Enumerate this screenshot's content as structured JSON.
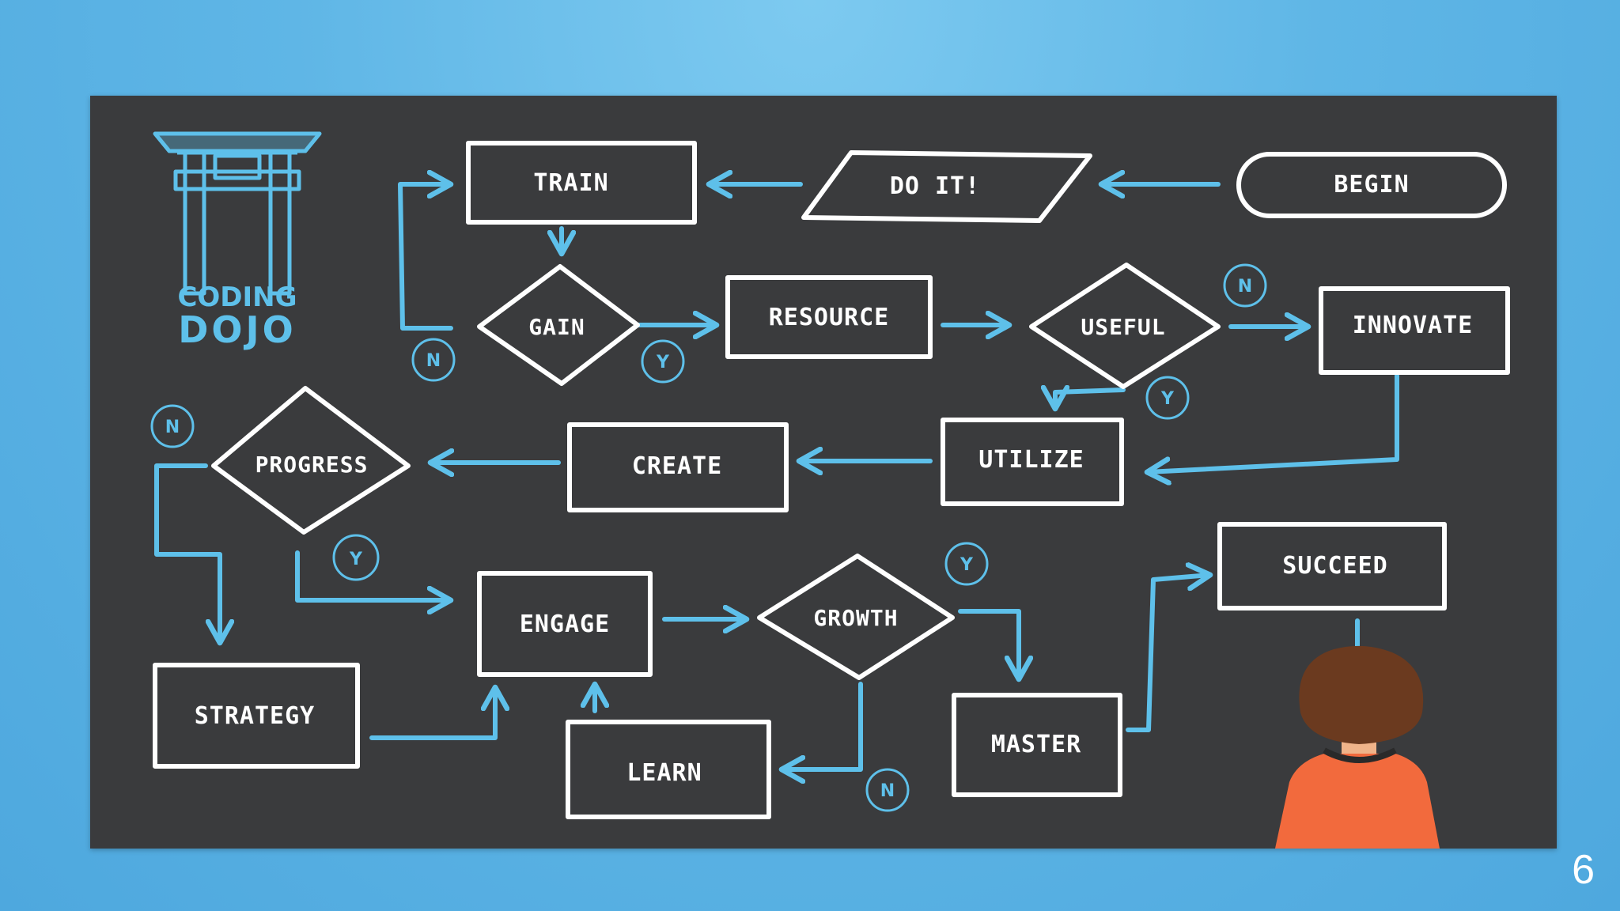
{
  "logo": {
    "line1": "CODING",
    "line2": "DOJO"
  },
  "nodes": {
    "begin": "BEGIN",
    "do_it": "DO IT!",
    "train": "TRAIN",
    "gain": "GAIN",
    "resource": "RESOURCE",
    "useful": "USEFUL",
    "innovate": "INNOVATE",
    "utilize": "UTILIZE",
    "create": "CREATE",
    "progress": "PROGRESS",
    "strategy": "STRATEGY",
    "engage": "ENGAGE",
    "learn": "LEARN",
    "growth": "GROWTH",
    "master": "MASTER",
    "succeed": "SUCCEED"
  },
  "decision_labels": {
    "gain_no": "N",
    "gain_yes": "Y",
    "useful_no": "N",
    "useful_yes": "Y",
    "progress_no": "N",
    "progress_yes": "Y",
    "growth_yes": "Y",
    "growth_no": "N"
  },
  "colors": {
    "board": "#3a3b3d",
    "chalk": "#ffffff",
    "arrow": "#5ec0ea",
    "background": "#5fb6e6",
    "person_hair": "#6b3a1f",
    "person_shirt": "#f26a3d",
    "person_skin": "#f0b48a"
  },
  "page_number": "6"
}
